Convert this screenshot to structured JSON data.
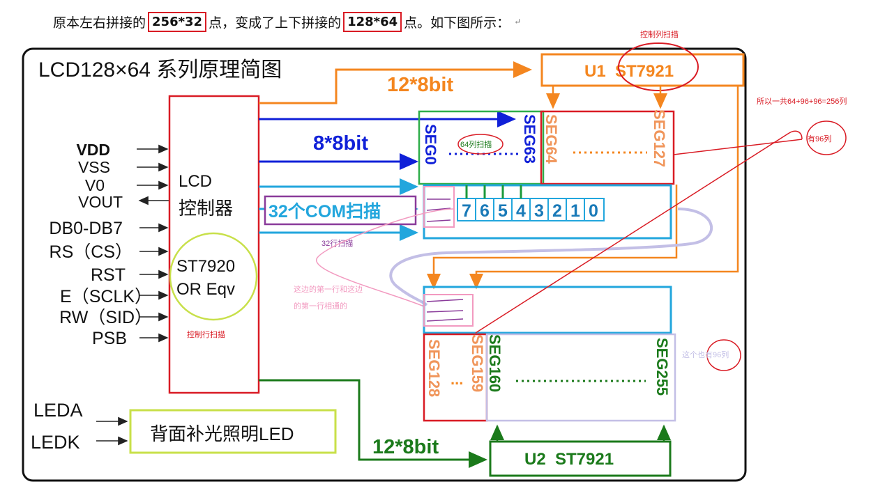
{
  "intro": {
    "part1": "原本左右拼接的",
    "box1": "256*32",
    "part2": "点，变成了上下拼接的",
    "box2": "128*64",
    "part3": "点。如下图所示：",
    "mark": "↵"
  },
  "diagram": {
    "title": "LCD128×64 系列原理简图",
    "pins_left": [
      "VDD",
      "VSS",
      "V0",
      "VOUT",
      "DB0-DB7",
      "RS（CS）",
      "RST",
      "E（SCLK）",
      "RW（SID）",
      "PSB"
    ],
    "controller": {
      "line1": "LCD",
      "line2": "控制器",
      "chip1": "ST7920",
      "chip2": "OR Eqv"
    },
    "note_row_scan": "控制行扫描",
    "bus_top": "12*8bit",
    "bus_mid": "8*8bit",
    "bus_bottom": "12*8bit",
    "u1": "U1  ST7921",
    "u2": "U2  ST7921",
    "note_col_scan": "控制列扫描",
    "note_total": "所以一共64+96+96=256列",
    "note_96a": "有96列",
    "note_96b": "这个也有96列",
    "note_64scan": "64列扫描",
    "seg0": "SEG0",
    "seg63": "SEG63",
    "seg64": "SEG64",
    "seg127": "SEG127",
    "seg128": "SEG128",
    "seg159": "SEG159",
    "seg160": "SEG160",
    "seg255": "SEG255",
    "seg_dots_short": "...",
    "seg_dots_long": ".........",
    "com_scan": "32个COM扫描",
    "com_digits": [
      "7",
      "6",
      "5",
      "4",
      "3",
      "2",
      "1",
      "0"
    ],
    "note_32row": "32行扫描",
    "note_connect_1": "这边的第一行和这边",
    "note_connect_2": "的第一行相通的",
    "led_box": "背面补光照明LED",
    "led_pins": [
      "LEDA",
      "LEDK"
    ]
  },
  "colors": {
    "red": "#d91b24",
    "orange": "#f4861f",
    "blue": "#1020d8",
    "green": "#1b7a1b",
    "lightblue": "#22a6dd",
    "purple": "#8a3b9a",
    "pink": "#f29ac0",
    "lavender": "#c3bfe6",
    "yellowgreen": "#c8e04a",
    "segorange": "#f0955a"
  }
}
